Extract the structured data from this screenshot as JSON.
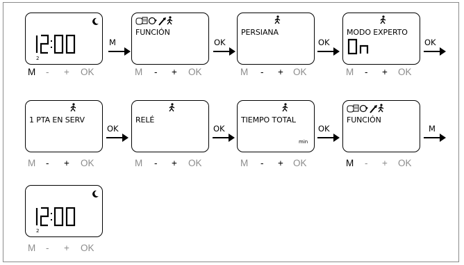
{
  "buttons": {
    "m": "M",
    "minus": "-",
    "plus": "+",
    "ok": "OK"
  },
  "screens": {
    "clock1": {
      "time_a": "12",
      "time_b": "00",
      "sub": "2"
    },
    "funcion1": {
      "label": "FUNCIÓN"
    },
    "persiana": {
      "label": "PERSIANA"
    },
    "modo_experto": {
      "label": "MODO EXPERTO",
      "value": "On"
    },
    "pta_serv": {
      "label": "1 PTA EN SERV"
    },
    "rele": {
      "label": "RELÉ"
    },
    "tiempo_total": {
      "label": "TIEMPO TOTAL",
      "unit": "min"
    },
    "funcion2": {
      "label": "FUNCIÓN"
    },
    "clock2": {
      "time_a": "12",
      "time_b": "00",
      "sub": "2"
    }
  },
  "arrows": [
    "M",
    "OK",
    "OK",
    "OK",
    "OK",
    "OK",
    "OK",
    "M"
  ],
  "icons": {
    "clock": "clock-icon",
    "moon": "moon-icon",
    "calendar": "calendar-icon",
    "cycle": "cycle-icon",
    "wrench": "wrench-icon",
    "walking": "walking-person-icon"
  }
}
